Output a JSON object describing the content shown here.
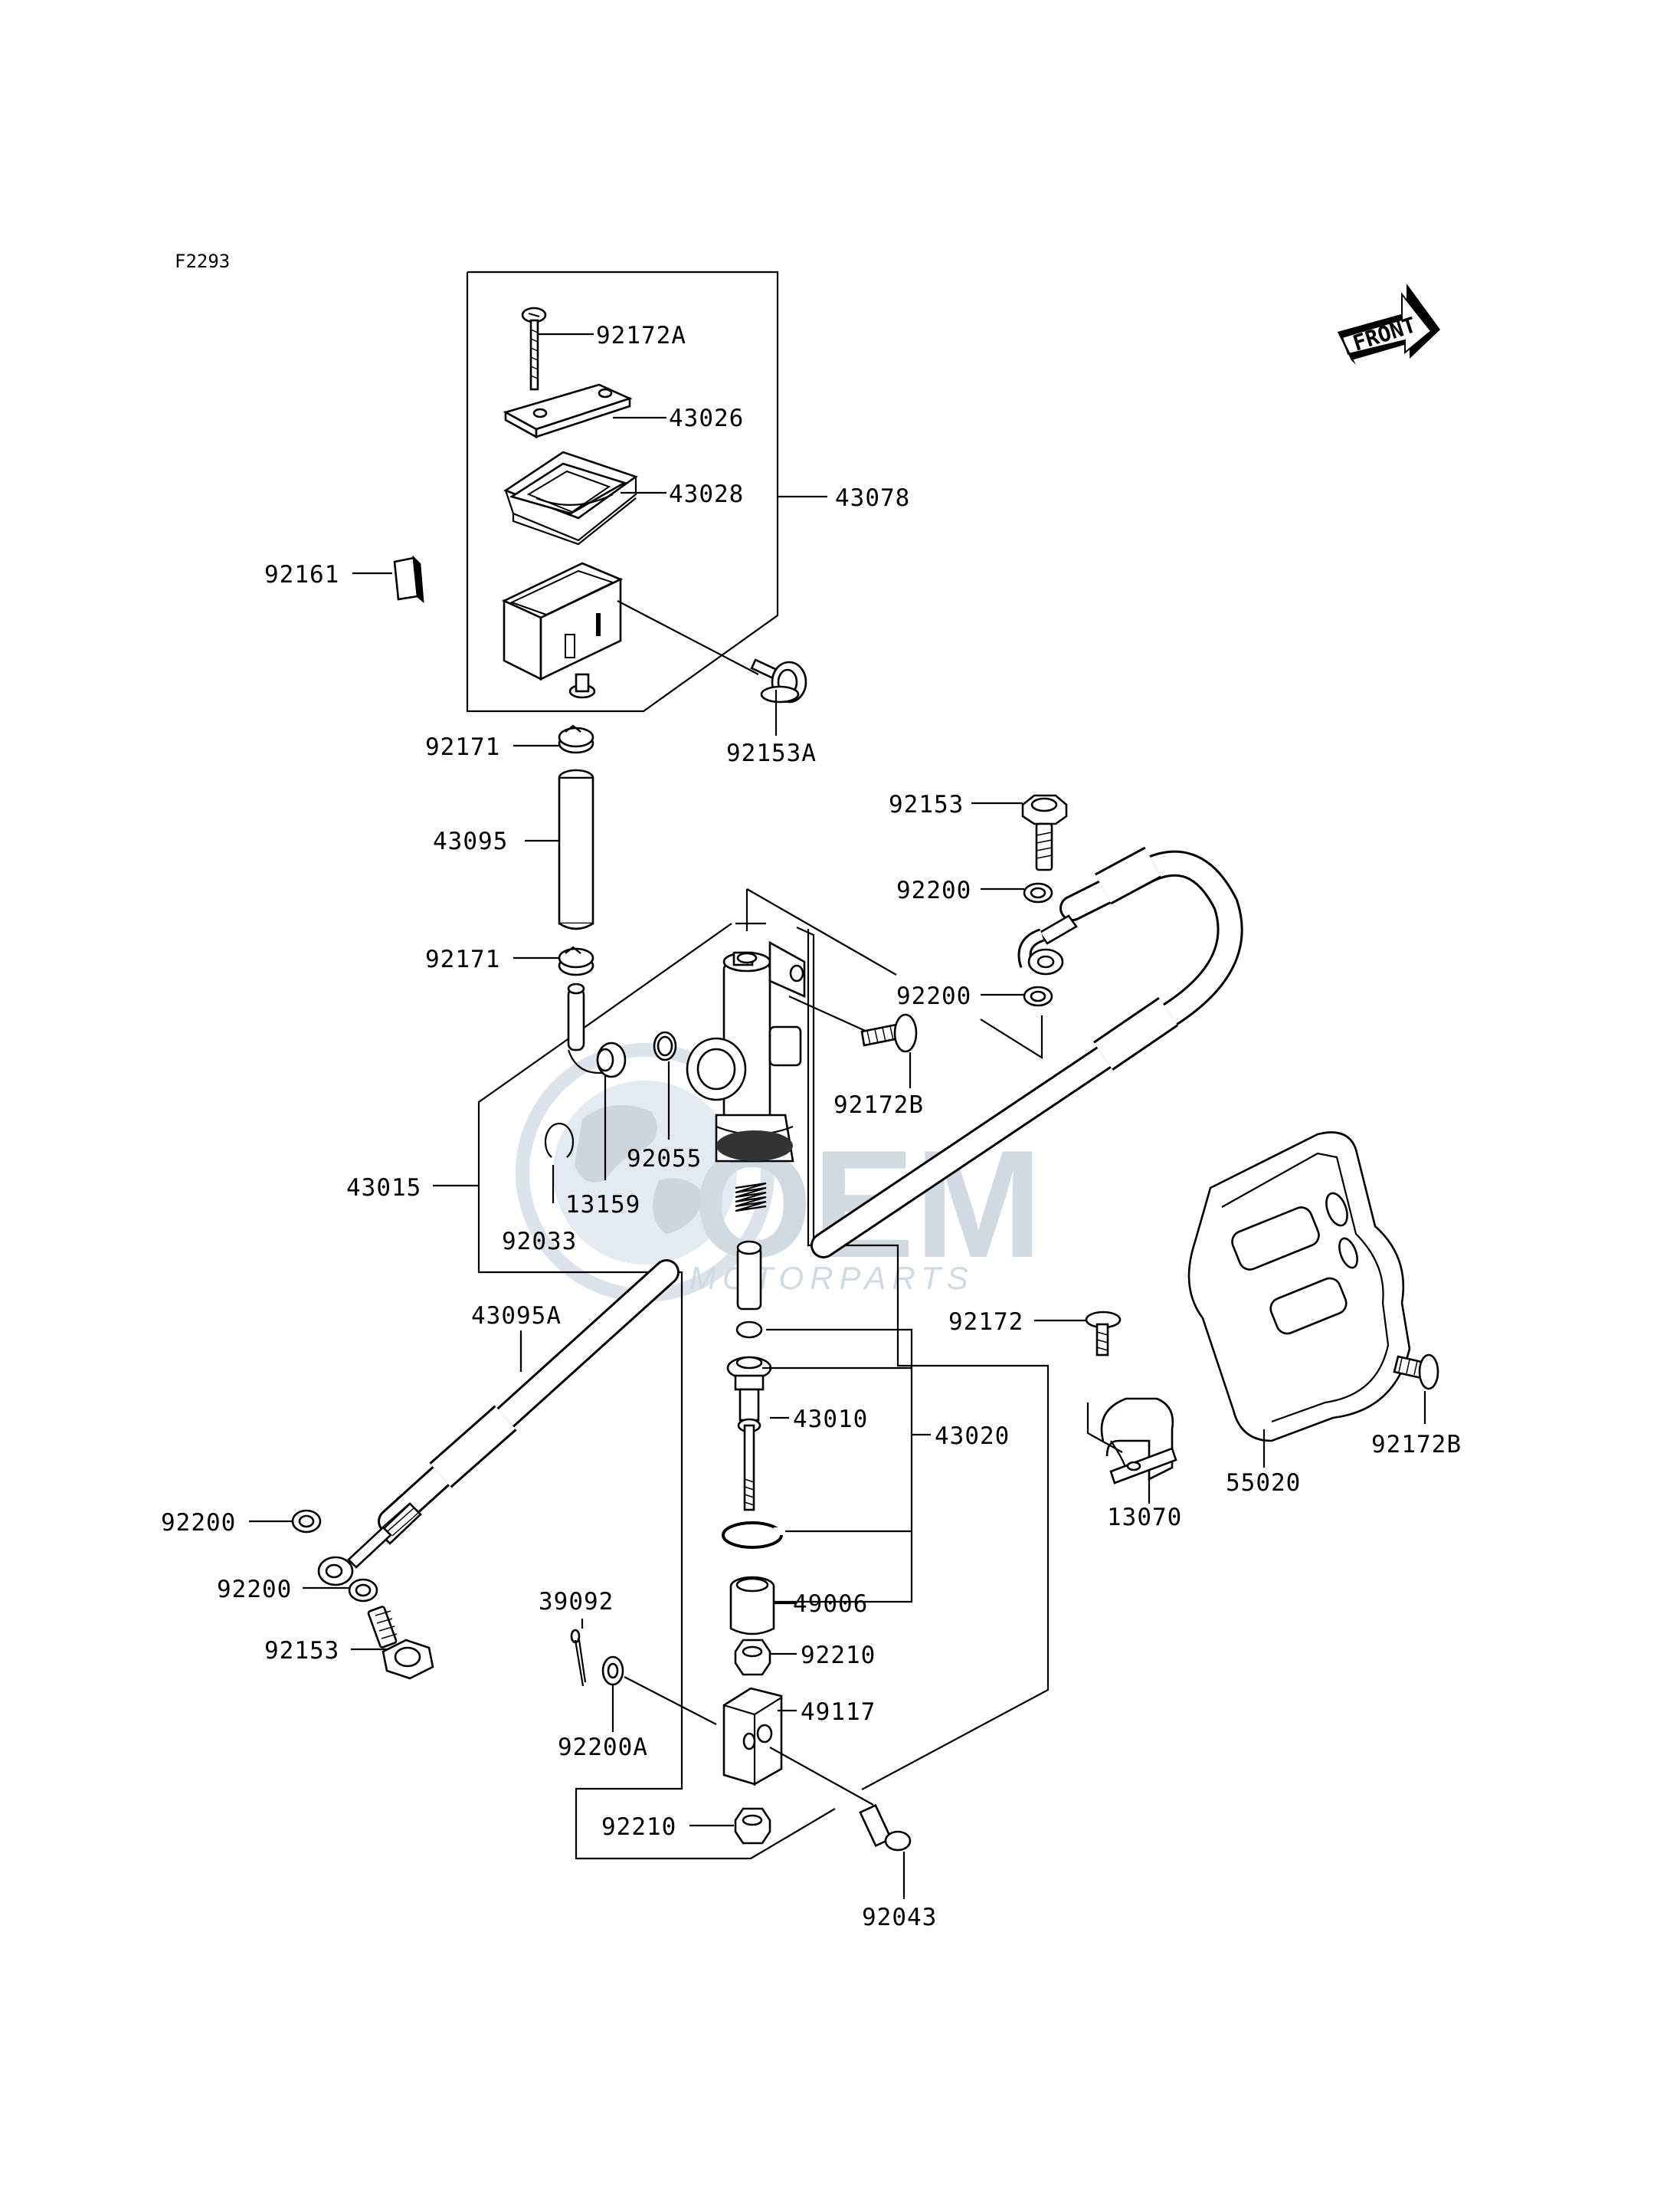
{
  "diagram": {
    "figure_code": "F2293",
    "direction_label": "FRONT",
    "watermark": {
      "brand": "OEM",
      "sub": "MOTORPARTS"
    },
    "parts": [
      {
        "id": "p-92172a",
        "label": "92172A"
      },
      {
        "id": "p-43026",
        "label": "43026"
      },
      {
        "id": "p-43028",
        "label": "43028"
      },
      {
        "id": "p-43078",
        "label": "43078"
      },
      {
        "id": "p-92161",
        "label": "92161"
      },
      {
        "id": "p-92153a",
        "label": "92153A"
      },
      {
        "id": "p-92171-top",
        "label": "92171"
      },
      {
        "id": "p-43095",
        "label": "43095"
      },
      {
        "id": "p-92171-bot",
        "label": "92171"
      },
      {
        "id": "p-92153-top",
        "label": "92153"
      },
      {
        "id": "p-92200-1",
        "label": "92200"
      },
      {
        "id": "p-92200-2",
        "label": "92200"
      },
      {
        "id": "p-92172b-1",
        "label": "92172B"
      },
      {
        "id": "p-92055",
        "label": "92055"
      },
      {
        "id": "p-43015",
        "label": "43015"
      },
      {
        "id": "p-13159",
        "label": "13159"
      },
      {
        "id": "p-92033",
        "label": "92033"
      },
      {
        "id": "p-43095a",
        "label": "43095A"
      },
      {
        "id": "p-92172",
        "label": "92172"
      },
      {
        "id": "p-43010",
        "label": "43010"
      },
      {
        "id": "p-43020",
        "label": "43020"
      },
      {
        "id": "p-92172b-2",
        "label": "92172B"
      },
      {
        "id": "p-55020",
        "label": "55020"
      },
      {
        "id": "p-13070",
        "label": "13070"
      },
      {
        "id": "p-92200-3",
        "label": "92200"
      },
      {
        "id": "p-92200-4",
        "label": "92200"
      },
      {
        "id": "p-39092",
        "label": "39092"
      },
      {
        "id": "p-49006",
        "label": "49006"
      },
      {
        "id": "p-92153-bot",
        "label": "92153"
      },
      {
        "id": "p-92210-1",
        "label": "92210"
      },
      {
        "id": "p-49117",
        "label": "49117"
      },
      {
        "id": "p-92200a",
        "label": "92200A"
      },
      {
        "id": "p-92210-2",
        "label": "92210"
      },
      {
        "id": "p-92043",
        "label": "92043"
      }
    ]
  }
}
